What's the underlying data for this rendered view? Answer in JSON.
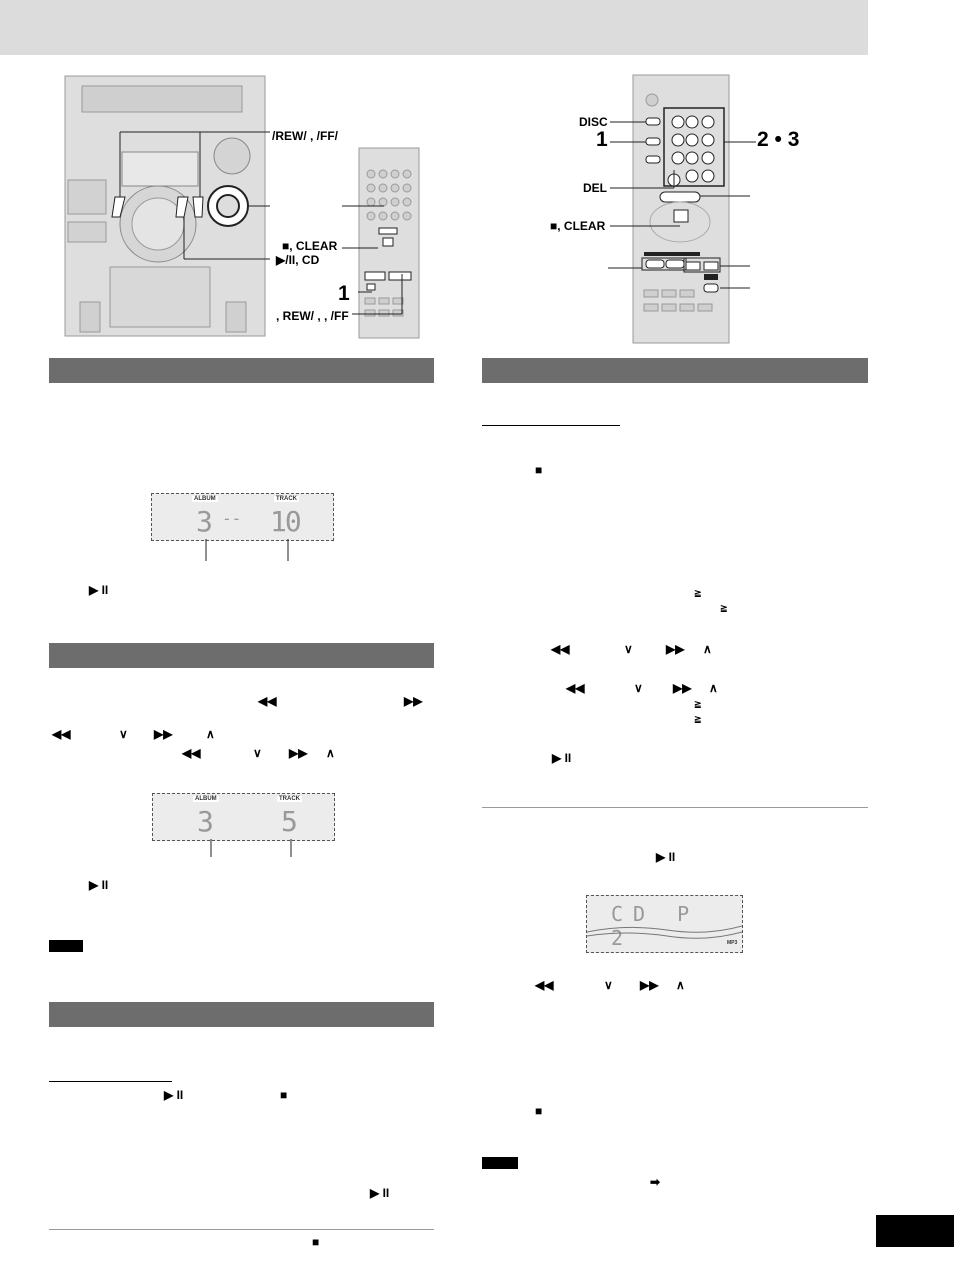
{
  "figure_left": {
    "callouts": {
      "skip_rew_ff": "/REW/ , /FF/",
      "stop_clear": "■, CLEAR",
      "play_cd": "▶/II, CD",
      "num_1": "1",
      "remote_skip": ", REW/ , , /FF"
    }
  },
  "figure_right": {
    "callouts": {
      "disc": "DISC",
      "num_1": "1",
      "num_2_3": "2 • 3",
      "del": "DEL",
      "stop_clear": "■, CLEAR"
    }
  },
  "symbols": {
    "stop": "■",
    "play_pause": "▶ II",
    "prev": "◀◀",
    "next": "▶▶",
    "down": "∨",
    "up": "∧",
    "arrow": "➡",
    "ge": "≧"
  },
  "displays": {
    "display1": {
      "album_tag": "ALBUM",
      "track_tag": "TRACK",
      "album_value": "3",
      "separator": "--",
      "track_value": "10"
    },
    "display2": {
      "album_tag": "ALBUM",
      "track_tag": "TRACK",
      "album_value": "3",
      "track_value": "5"
    },
    "display3": {
      "text": "CD P 2",
      "badge": "MP3"
    }
  },
  "colors": {
    "section_bar": "#6d6d6d",
    "top_band": "#dcdcdc",
    "device": "#dedede",
    "page_box": "#000000"
  }
}
